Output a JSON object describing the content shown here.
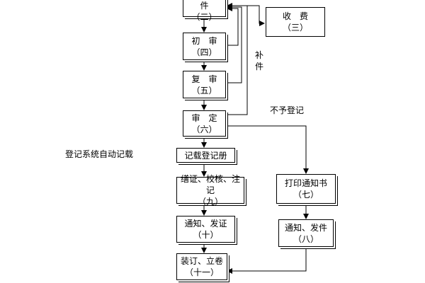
{
  "boxes": {
    "b2": {
      "line1": "受理、收件",
      "line2": "（二）"
    },
    "b3": {
      "line1": "收　费",
      "line2": "（三）"
    },
    "b4": {
      "line1": "初　审",
      "line2": "（四）"
    },
    "b5": {
      "line1": "复　审",
      "line2": "（五）"
    },
    "b6": {
      "line1": "审　定",
      "line2": "（六）"
    },
    "reg": {
      "line1": "记载登记册"
    },
    "b9": {
      "line1": "缮证、校核、注记",
      "line2": "（九）"
    },
    "b10": {
      "line1": "通知、发证",
      "line2": "（十）"
    },
    "b11": {
      "line1": "装订、立卷",
      "line2": "（十一）"
    },
    "b7": {
      "line1": "打印通知书",
      "line2": "（七）"
    },
    "b8": {
      "line1": "通知、发件",
      "line2": "（八）"
    }
  },
  "labels": {
    "supplement": "补件",
    "not_register": "不予登记",
    "auto_record": "登记系统自动记载"
  }
}
